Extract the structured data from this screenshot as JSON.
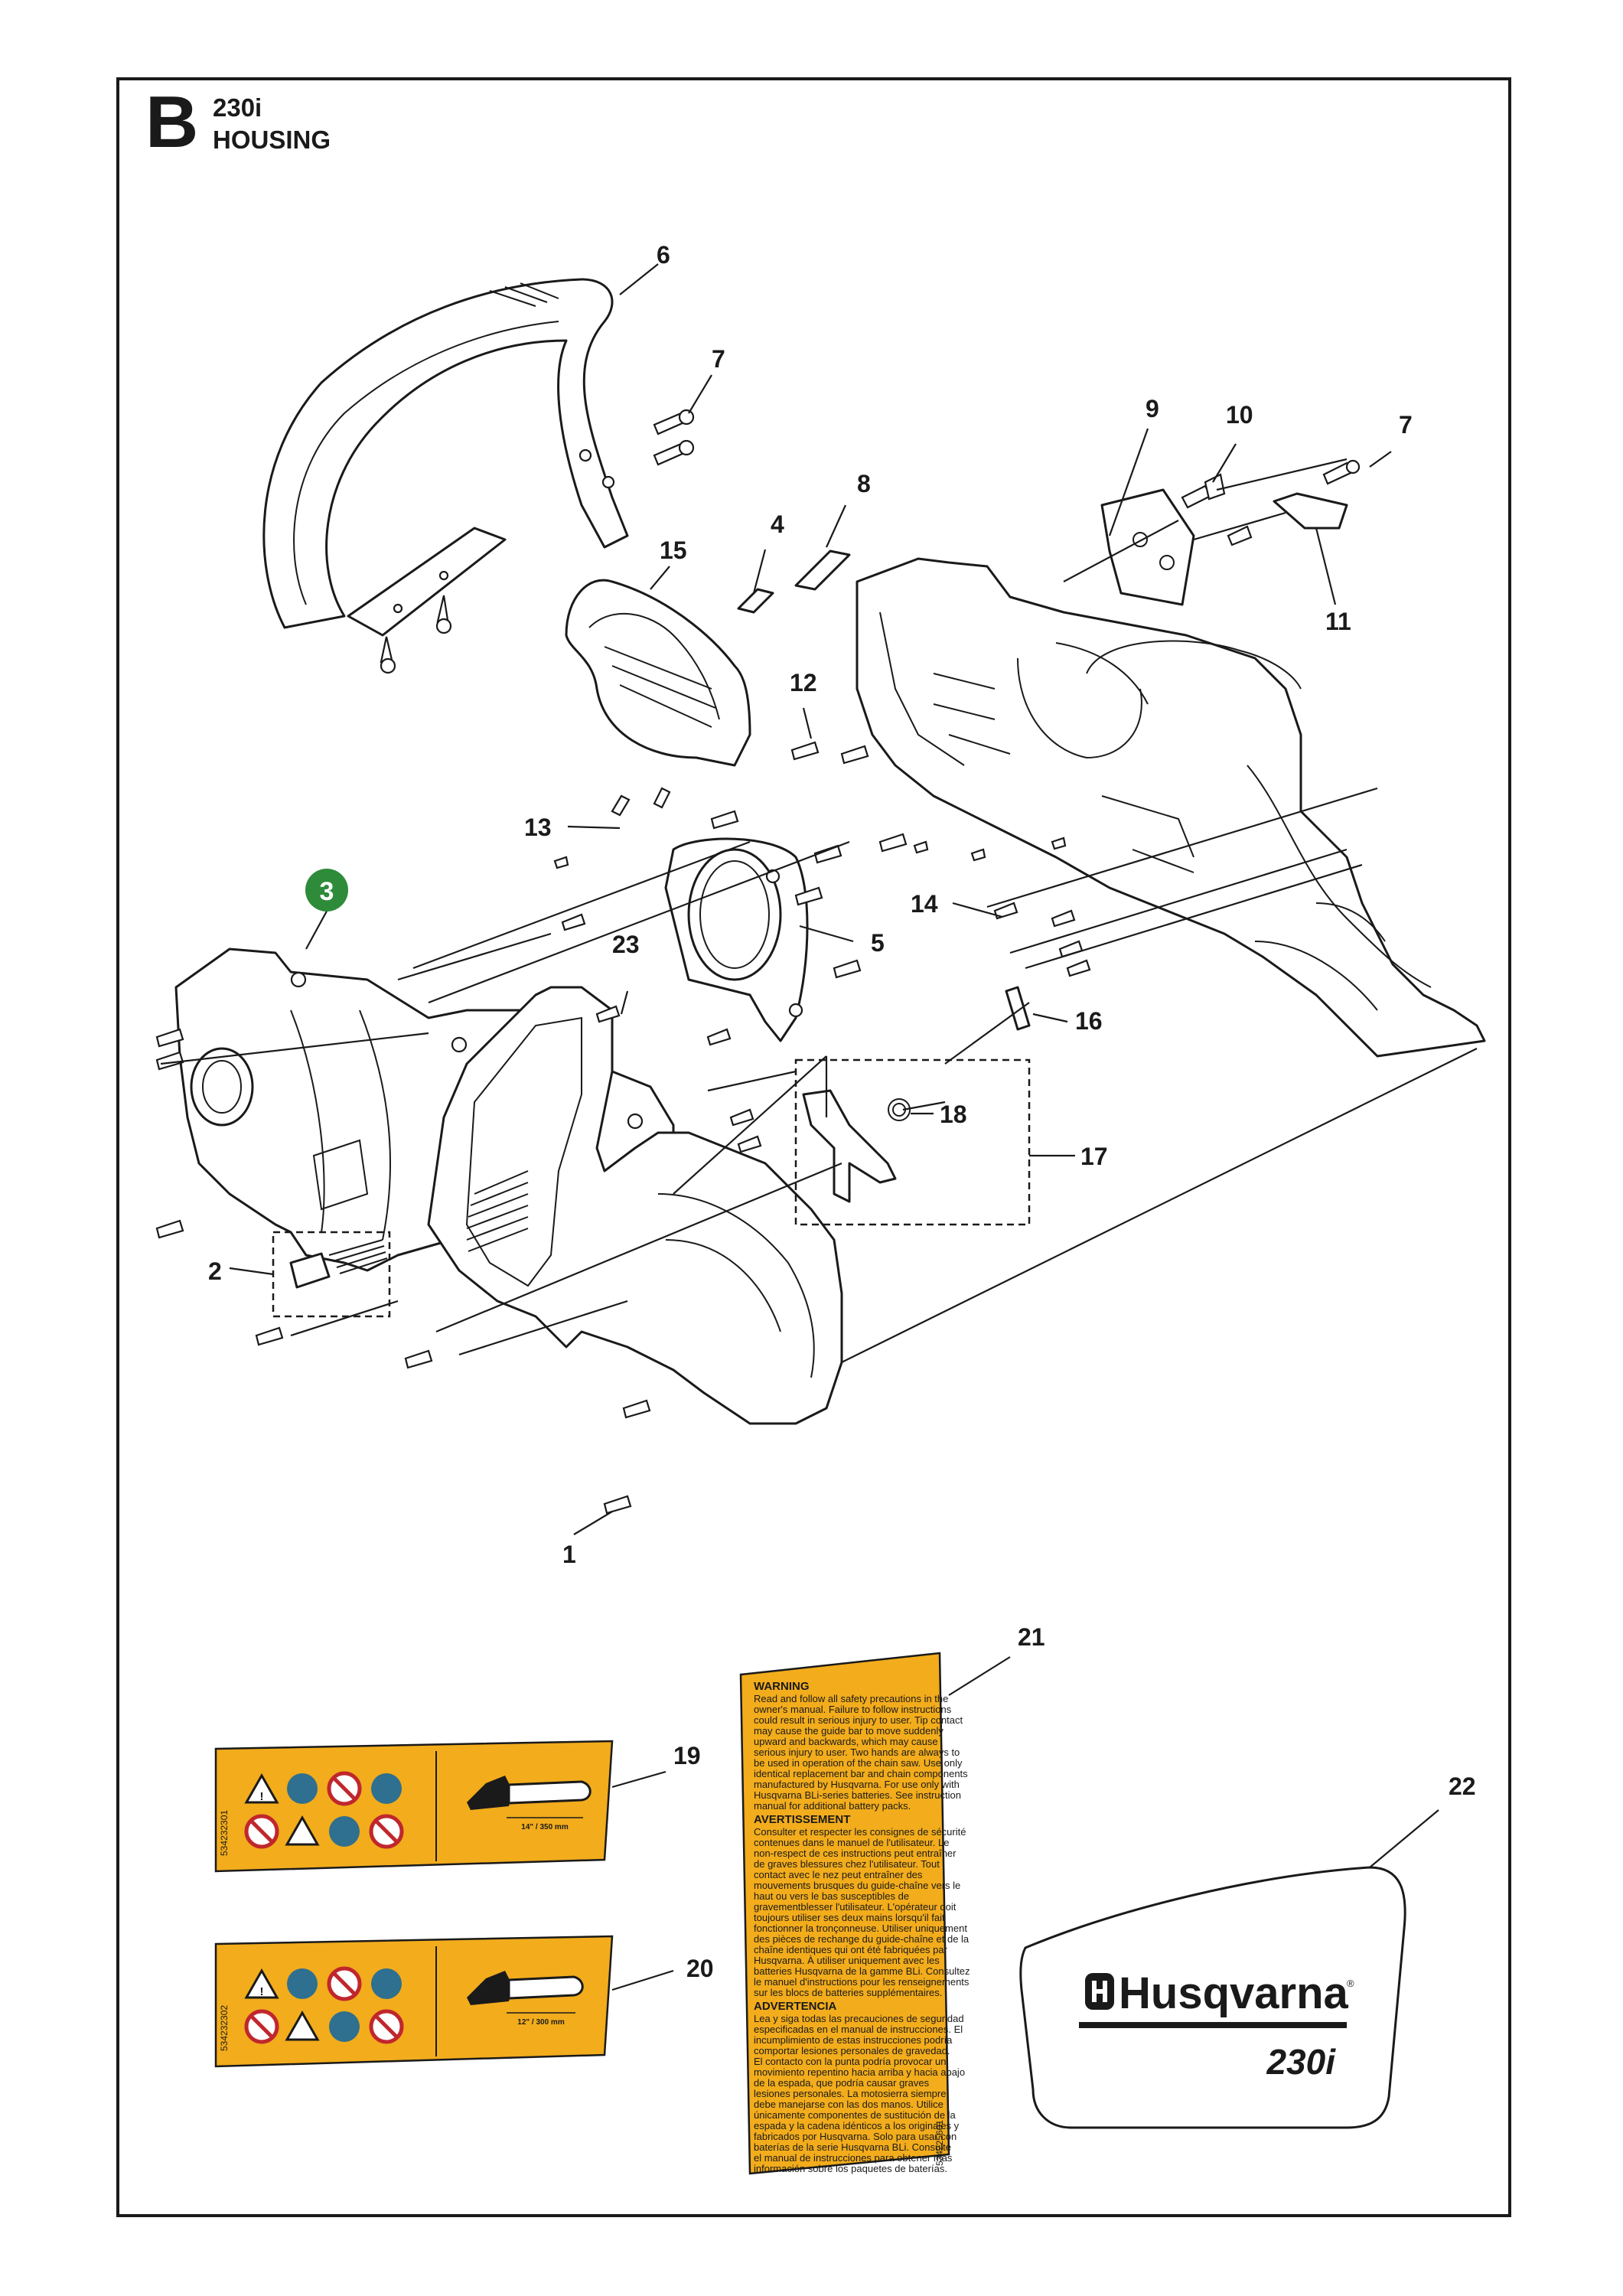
{
  "header": {
    "section_letter": "B",
    "model": "230i",
    "title": "HOUSING"
  },
  "callouts": [
    "1",
    "2",
    "3",
    "4",
    "5",
    "6",
    "7",
    "7",
    "8",
    "9",
    "10",
    "11",
    "12",
    "13",
    "14",
    "15",
    "16",
    "17",
    "18",
    "19",
    "20",
    "21",
    "22",
    "23"
  ],
  "highlighted_callout": "3",
  "colors": {
    "frame": "#1a1a1a",
    "label_yellow": "#f2ac1c",
    "badge_green": "#2e8b3a",
    "icon_blue": "#2f6f8f",
    "icon_red": "#c0272d"
  },
  "label_19": {
    "part_number": "534232301",
    "bar_size": "14\" / 350 mm"
  },
  "label_20": {
    "part_number": "534232302",
    "bar_size": "12\" / 300 mm"
  },
  "label_21": {
    "part_number": "534225601",
    "paragraphs": [
      {
        "heading": "WARNING",
        "text": [
          "Read and follow all safety precautions in the",
          "owner's manual. Failure to follow instructions",
          "could result in serious injury to user. Tip contact",
          "may cause the guide bar to move suddenly",
          "upward and backwards, which may cause",
          "serious injury to user. Two hands are always to",
          "be used in operation of the chain saw. Use only",
          "identical replacement bar and chain components",
          "manufactured by Husqvarna. For use only with",
          "Husqvarna BLi-series batteries. See instruction",
          "manual for additional battery packs."
        ]
      },
      {
        "heading": "AVERTISSEMENT",
        "text": [
          "Consulter et respecter les consignes de sécurité",
          "contenues dans le manuel de l'utilisateur. Le",
          "non-respect de ces instructions peut entraîner",
          "de graves blessures chez l'utilisateur. Tout",
          "contact avec le nez peut entraîner des",
          "mouvements brusques du guide-chaîne vers le",
          "haut ou vers le bas susceptibles de",
          "gravementblesser l'utilisateur. L'opérateur doit",
          "toujours utiliser ses deux mains lorsqu'il fait",
          "fonctionner la tronçonneuse. Utiliser uniquement",
          "des pièces de rechange du guide-chaîne et de la",
          "chaîne identiques qui ont été fabriquées par",
          "Husqvarna. À utiliser uniquement avec les",
          "batteries Husqvarna de la gamme BLi. Consultez",
          "le manuel d'instructions pour les renseignements",
          "sur les blocs de batteries supplémentaires."
        ]
      },
      {
        "heading": "ADVERTENCIA",
        "text": [
          "Lea y siga todas las precauciones de seguridad",
          "especificadas en el manual de instrucciones. El",
          "incumplimiento de estas instrucciones podría",
          "comportar lesiones personales de gravedad.",
          "El contacto con la punta podría provocar un",
          "movimiento repentino hacia arriba y hacia abajo",
          "de la espada, que podría causar graves",
          "lesiones personales. La motosierra siempre",
          "debe manejarse con las dos manos. Utilice",
          "únicamente componentes de sustitución de la",
          "espada y la cadena idénticos a los originales y",
          "fabricados por Husqvarna. Solo para usar con",
          "baterías de la serie Husqvarna BLi. Consulte",
          "el manual de instrucciones para obtener más",
          "información sobre los paquetes de baterías."
        ]
      }
    ]
  },
  "decal_22": {
    "brand": "Husqvarna",
    "registered_mark": "®",
    "model": "230i"
  }
}
